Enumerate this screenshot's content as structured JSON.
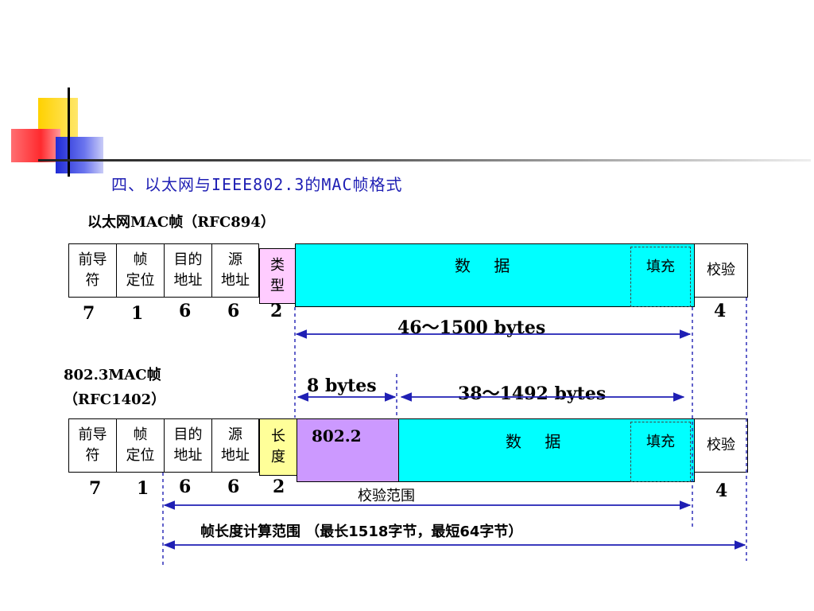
{
  "title": "四、以太网与IEEE802.3的MAC帧格式",
  "ethernet": {
    "heading": "以太网MAC帧（RFC894）",
    "fields": {
      "preamble": [
        "前导",
        "符"
      ],
      "sfd": [
        "帧",
        "定位"
      ],
      "dest": [
        "目的",
        "地址"
      ],
      "src": [
        "源",
        "地址"
      ],
      "type": [
        "类",
        "型"
      ],
      "data": "数　 据",
      "pad": "填充",
      "fcs": "校验"
    },
    "sizes": {
      "preamble": "7",
      "sfd": "1",
      "dest": "6",
      "src": "6",
      "type": "2",
      "fcs": "4"
    },
    "data_range": "46～1500  bytes"
  },
  "ieee8023": {
    "heading_line1": "802.3MAC帧",
    "heading_line2": "（RFC1402）",
    "fields": {
      "preamble": [
        "前导",
        "符"
      ],
      "sfd": [
        "帧",
        "定位"
      ],
      "dest": [
        "目的",
        "地址"
      ],
      "src": [
        "源",
        "地址"
      ],
      "length": [
        "长",
        "度"
      ],
      "llc": "802.2",
      "data": "数　 据",
      "pad": "填充",
      "fcs": "校验"
    },
    "sizes": {
      "preamble": "7",
      "sfd": "1",
      "dest": "6",
      "src": "6",
      "length": "2",
      "fcs": "4"
    },
    "llc_range": "8  bytes",
    "data_range": "38～1492 bytes",
    "check_range": "校验范围",
    "frame_range": "帧长度计算范围 （最长1518字节，最短64字节）"
  },
  "colors": {
    "title": "#1f1fb4",
    "data": "#00ffff",
    "type": "#ffccff",
    "length": "#ffff99",
    "llc": "#cc99ff",
    "arrow": "#1f1fb4"
  }
}
